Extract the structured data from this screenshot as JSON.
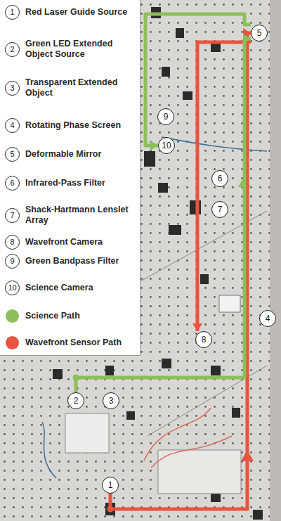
{
  "diagram": {
    "nodes": [
      {
        "text": [
          "5"
        ]
      },
      {
        "text": [
          "9"
        ]
      },
      {
        "text": [
          "10"
        ]
      },
      {
        "text": [
          "6"
        ]
      },
      {
        "text": [
          "7"
        ]
      },
      {
        "text": [
          "4"
        ]
      },
      {
        "text": [
          "8"
        ]
      },
      {
        "text": [
          "2"
        ]
      },
      {
        "text": [
          "3"
        ]
      },
      {
        "text": [
          "1"
        ]
      }
    ],
    "edges": [
      {
        "from": 9,
        "to": 0,
        "arrow": "to"
      },
      {
        "from": 0,
        "to": 6,
        "arrow": "to"
      },
      {
        "from": 7,
        "to": 0,
        "arrow": "to"
      },
      {
        "from": 0,
        "to": 2,
        "arrow": "to"
      }
    ],
    "labels": [
      "1",
      "2",
      "3",
      "4",
      "5",
      "6",
      "7",
      "8",
      "9",
      "10"
    ],
    "legend": [
      {
        "text": "Red Laser Guide Source"
      },
      {
        "text": "Green LED Extended Object Source"
      },
      {
        "text": "Transparent Extended Object"
      },
      {
        "text": "Rotating Phase Screen"
      },
      {
        "text": "Deformable Mirror"
      },
      {
        "text": "Infrared-Pass Filter"
      },
      {
        "text": "Shack-Hartmann Lenslet Array"
      },
      {
        "text": "Wavefront Camera"
      },
      {
        "text": "Green Bandpass Filter"
      },
      {
        "text": "Science Camera"
      },
      {
        "text": "Science Path",
        "color": "#8cbf5a"
      },
      {
        "text": "Wavefront Sensor Path",
        "color": "#e8543f"
      }
    ]
  }
}
